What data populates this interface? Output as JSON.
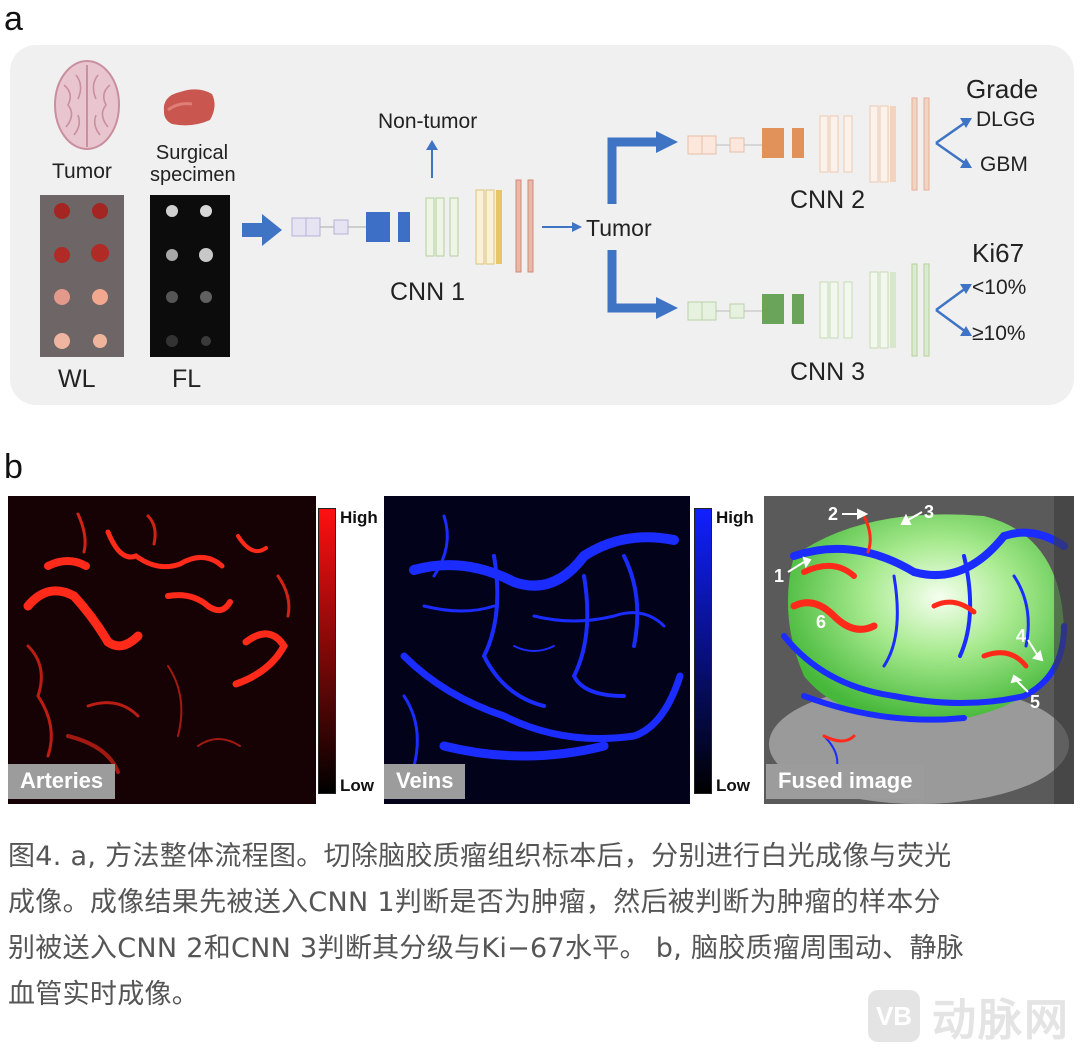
{
  "panel_a": {
    "letter": "a",
    "tumor_label": "Tumor",
    "specimen_label": "Surgical specimen",
    "wl_label": "WL",
    "fl_label": "FL",
    "non_tumor_label": "Non-tumor",
    "cnn1_label": "CNN 1",
    "tumor_out_label": "Tumor",
    "cnn2_label": "CNN 2",
    "cnn3_label": "CNN 3",
    "grade_title": "Grade",
    "grade_options": [
      "DLGG",
      "GBM"
    ],
    "ki67_title": "Ki67",
    "ki67_options": [
      "<10%",
      "≥10%"
    ],
    "colors": {
      "arrow": "#3f73c4",
      "cnn1_block": "#3d6fc7",
      "cnn2_block": "#e0925a",
      "cnn3_block": "#6aa35a"
    }
  },
  "panel_b": {
    "letter": "b",
    "arteries_tag": "Arteries",
    "veins_tag": "Veins",
    "fused_tag": "Fused image",
    "colorbar_high": "High",
    "colorbar_low": "Low",
    "markers": [
      "1",
      "2",
      "3",
      "4",
      "5",
      "6"
    ],
    "colors": {
      "artery": "#ff2a1a",
      "vein": "#1a2cff"
    }
  },
  "caption": {
    "lines": [
      "图4. a, 方法整体流程图。切除脑胶质瘤组织标本后，分别进行白光成像与荧光",
      "成像。成像结果先被送入CNN  1判断是否为肿瘤，然后被判断为肿瘤的样本分",
      "别被送入CNN 2和CNN 3判断其分级与Ki−67水平。 b, 脑胶质瘤周围动、静脉",
      "血管实时成像。"
    ]
  },
  "watermark": {
    "mark": "VB",
    "text": "动脉网"
  }
}
